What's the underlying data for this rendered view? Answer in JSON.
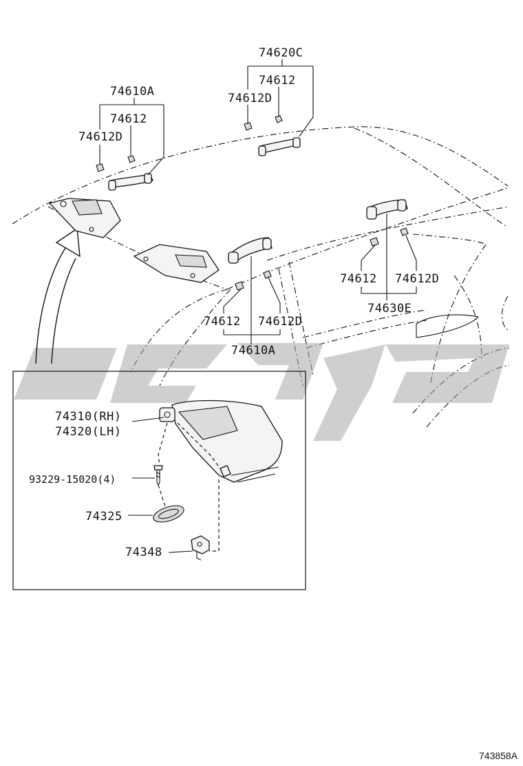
{
  "diagram_id": "743858A",
  "labels": {
    "assist_grip_front_left": "74610A",
    "grip_cover_front_left": "74612",
    "grip_clip_front_left": "74612D",
    "assist_grip_front_right": "74620C",
    "grip_cover_front_right": "74612",
    "grip_clip_front_right": "74612D",
    "grip_cover_center": "74612",
    "grip_clip_center": "74612D",
    "assist_grip_center": "74610A",
    "grip_cover_rear": "74612",
    "grip_clip_rear": "74612D",
    "assist_grip_rear": "74630E",
    "visor_rh": "74310(RH)",
    "visor_lh": "74320(LH)",
    "screw": "93229-15020(4)",
    "visor_cover": "74325",
    "visor_holder": "74348"
  }
}
